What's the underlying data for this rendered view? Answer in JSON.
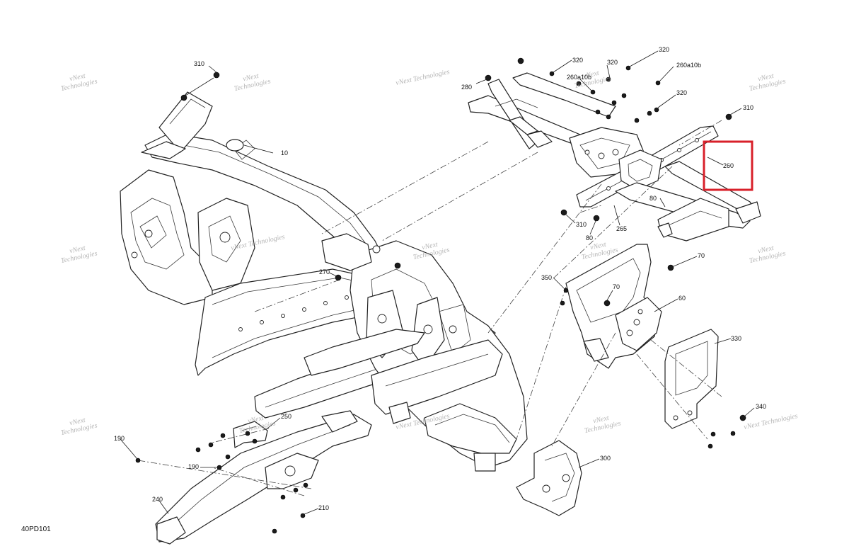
{
  "drawing": {
    "reference_code": "40PD101",
    "watermark_line1": "vNext",
    "watermark_line2": "Technologies",
    "watermark_inline": "vNext Technologies",
    "highlight_color": "#d8202a"
  },
  "callouts": {
    "main_frame": "10",
    "rear_nut_top": "310",
    "rear_nut_right": "310",
    "rear_nut_lower": "310",
    "nut_280": "280",
    "bolt_320_a": "320",
    "bolt_320_b": "320",
    "bolt_320_c": "320",
    "bolt_320_d": "320",
    "bolt_260a10b_left": "260a10b",
    "bolt_260a10b_right": "260a10b",
    "rear_member_260": "260",
    "plate_80_a": "80",
    "plate_80_b": "80",
    "tube_265": "265",
    "bolt_270": "270",
    "bolt_70_a": "70",
    "bolt_70_b": "70",
    "nut_350": "350",
    "bracket_60": "60",
    "plate_330": "330",
    "bolt_340": "340",
    "hitch_300": "300",
    "bracket_250": "250",
    "bolt_190_a": "190",
    "bolt_190_b": "190",
    "arm_240": "240",
    "nut_210": "210"
  }
}
